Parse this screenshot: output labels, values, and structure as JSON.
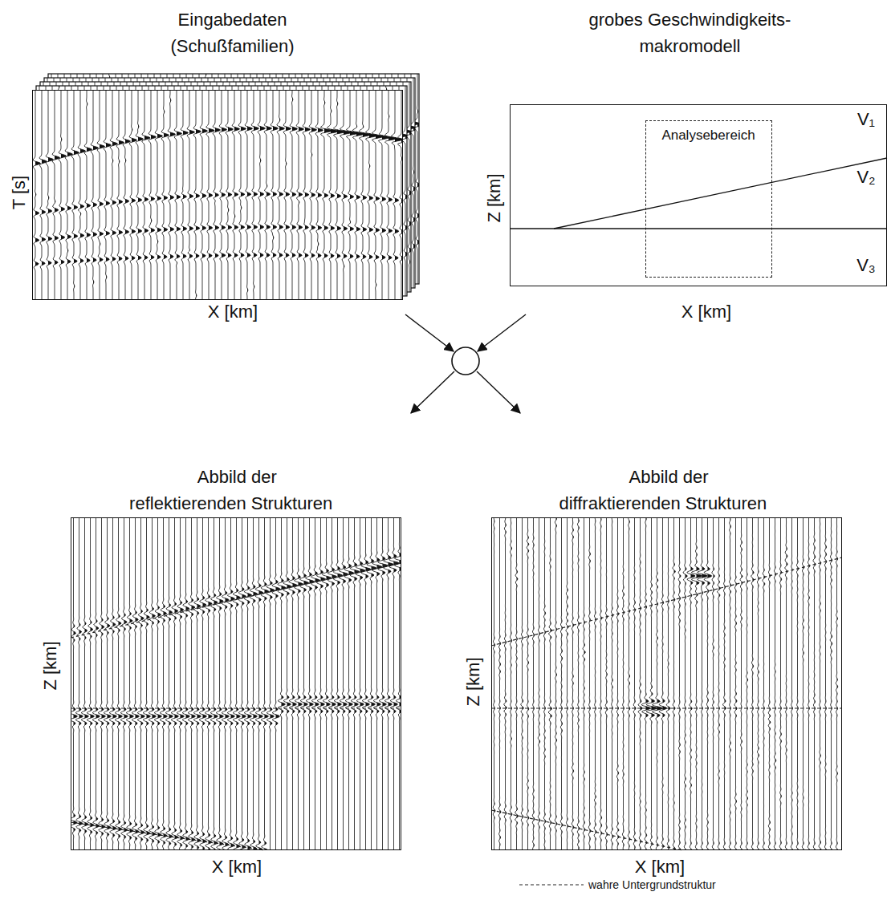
{
  "diagram": {
    "nodes": [
      {
        "text": [
          "Eingabedaten (Schußfamilien)"
        ]
      },
      {
        "text": [
          "grobes Geschwindigkeits- makromodell"
        ]
      },
      {
        "text": [
          "Analysebereich"
        ],
        "in": 1
      },
      {
        "text": [
          "Abbild der reflektierenden Strukturen"
        ]
      },
      {
        "text": [
          "Abbild der diffraktierenden Strukturen"
        ]
      }
    ],
    "labels": [
      "T [s]",
      "X [km]",
      "Z [km]",
      "X [km]",
      "V₁",
      "V₂",
      "V₃",
      "Z [km]",
      "X [km]",
      "Z [km]",
      "X [km]"
    ],
    "legend": [
      {
        "text": "wahre Untergrundstruktur"
      }
    ]
  }
}
